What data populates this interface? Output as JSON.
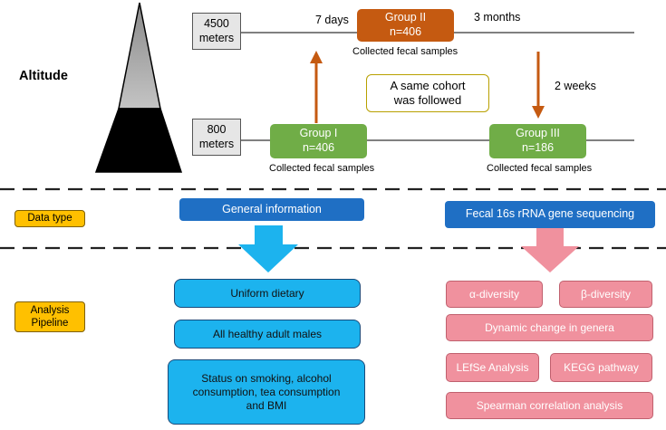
{
  "altitude_label": "Altitude",
  "elevations": {
    "high": [
      "4500",
      "meters"
    ],
    "low": [
      "800",
      "meters"
    ]
  },
  "groups": {
    "g2": {
      "name": "Group II",
      "n": "n=406"
    },
    "g1": {
      "name": "Group I",
      "n": "n=406"
    },
    "g3": {
      "name": "Group III",
      "n": "n=186"
    }
  },
  "collected_label": "Collected fecal samples",
  "times": {
    "t1": "7 days",
    "t2": "3 months",
    "t3": "2 weeks"
  },
  "cohort_note": [
    "A same cohort",
    "was followed"
  ],
  "data_type": {
    "label": "Data type",
    "left": "General information",
    "right": "Fecal 16s rRNA gene sequencing"
  },
  "analysis": {
    "label": [
      "Analysis",
      "Pipeline"
    ],
    "left": [
      "Uniform dietary",
      "All healthy adult males",
      "Status on smoking, alcohol consumption, tea consumption and BMI"
    ],
    "right": {
      "alpha": "α-diversity",
      "beta": "β-diversity",
      "genera": "Dynamic change in genera",
      "lefse": "LEfSe Analysis",
      "kegg": "KEGG pathway",
      "spearman": "Spearman correlation analysis"
    }
  },
  "colors": {
    "orange": "#c55a11",
    "green": "#70ad47",
    "blue": "#1cb3ee",
    "pink": "#f0919e",
    "yellow": "#ffc000"
  }
}
